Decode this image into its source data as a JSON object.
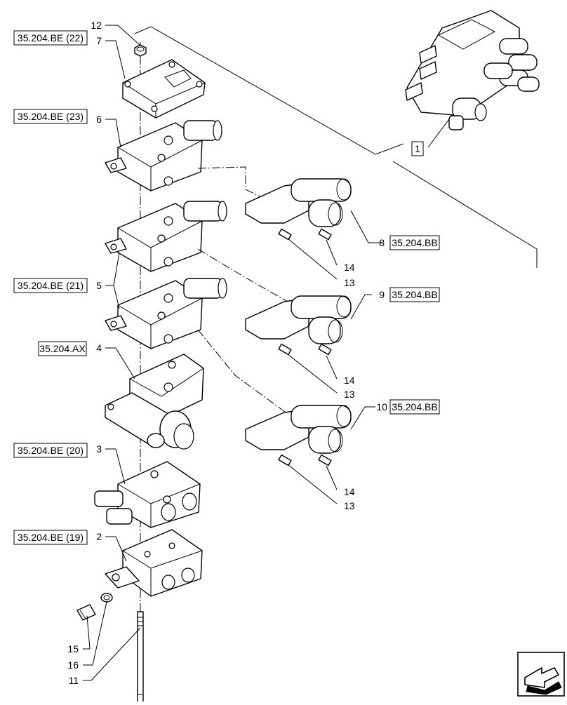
{
  "reference_labels": {
    "r7": "35.204.BE (22)",
    "r6": "35.204.BE (23)",
    "r5": "35.204.BE (21)",
    "r4": "35.204.AX",
    "r3": "35.204.BE (20)",
    "r2": "35.204.BE (19)",
    "r8": "35.204.BB",
    "r9": "35.204.BB",
    "r10": "35.204.BB",
    "assembly": "1"
  },
  "callouts": {
    "c12": "12",
    "c7": "7",
    "c6": "6",
    "c5": "5",
    "c4": "4",
    "c3": "3",
    "c2": "2",
    "c8": "8",
    "c9": "9",
    "c10": "10",
    "c14a": "14",
    "c13a": "13",
    "c14b": "14",
    "c13b": "13",
    "c14c": "14",
    "c13c": "13",
    "c15": "15",
    "c16": "16",
    "c11": "11"
  },
  "navigation": {
    "icon": "next-page-arrow-icon"
  }
}
